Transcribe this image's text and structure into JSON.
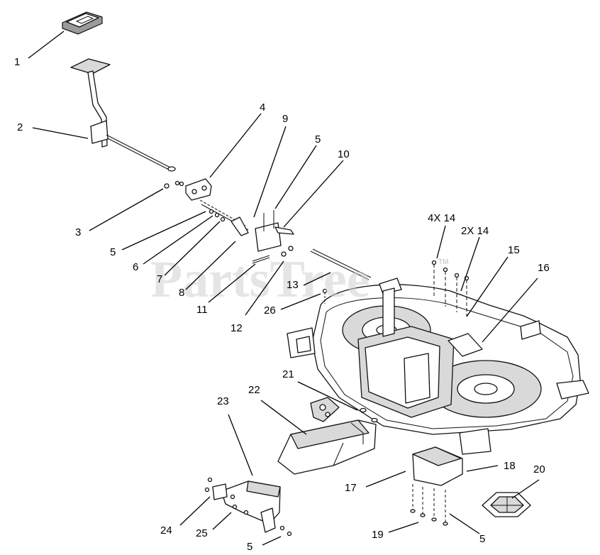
{
  "watermark": {
    "text": "PartsTree",
    "trademark": "TM"
  },
  "callouts": [
    {
      "id": "c1",
      "label": "1"
    },
    {
      "id": "c2",
      "label": "2"
    },
    {
      "id": "c3",
      "label": "3"
    },
    {
      "id": "c4",
      "label": "4"
    },
    {
      "id": "c5a",
      "label": "5"
    },
    {
      "id": "c5b",
      "label": "5"
    },
    {
      "id": "c5c",
      "label": "5"
    },
    {
      "id": "c5d",
      "label": "5"
    },
    {
      "id": "c6",
      "label": "6"
    },
    {
      "id": "c7",
      "label": "7"
    },
    {
      "id": "c8",
      "label": "8"
    },
    {
      "id": "c9",
      "label": "9"
    },
    {
      "id": "c10",
      "label": "10"
    },
    {
      "id": "c11",
      "label": "11"
    },
    {
      "id": "c12",
      "label": "12"
    },
    {
      "id": "c13",
      "label": "13"
    },
    {
      "id": "c14a",
      "label": "4X 14"
    },
    {
      "id": "c14b",
      "label": "2X 14"
    },
    {
      "id": "c15",
      "label": "15"
    },
    {
      "id": "c16",
      "label": "16"
    },
    {
      "id": "c17",
      "label": "17"
    },
    {
      "id": "c18",
      "label": "18"
    },
    {
      "id": "c19",
      "label": "19"
    },
    {
      "id": "c20",
      "label": "20"
    },
    {
      "id": "c21",
      "label": "21"
    },
    {
      "id": "c22",
      "label": "22"
    },
    {
      "id": "c23",
      "label": "23"
    },
    {
      "id": "c24",
      "label": "24"
    },
    {
      "id": "c25",
      "label": "25"
    },
    {
      "id": "c26",
      "label": "26"
    }
  ]
}
